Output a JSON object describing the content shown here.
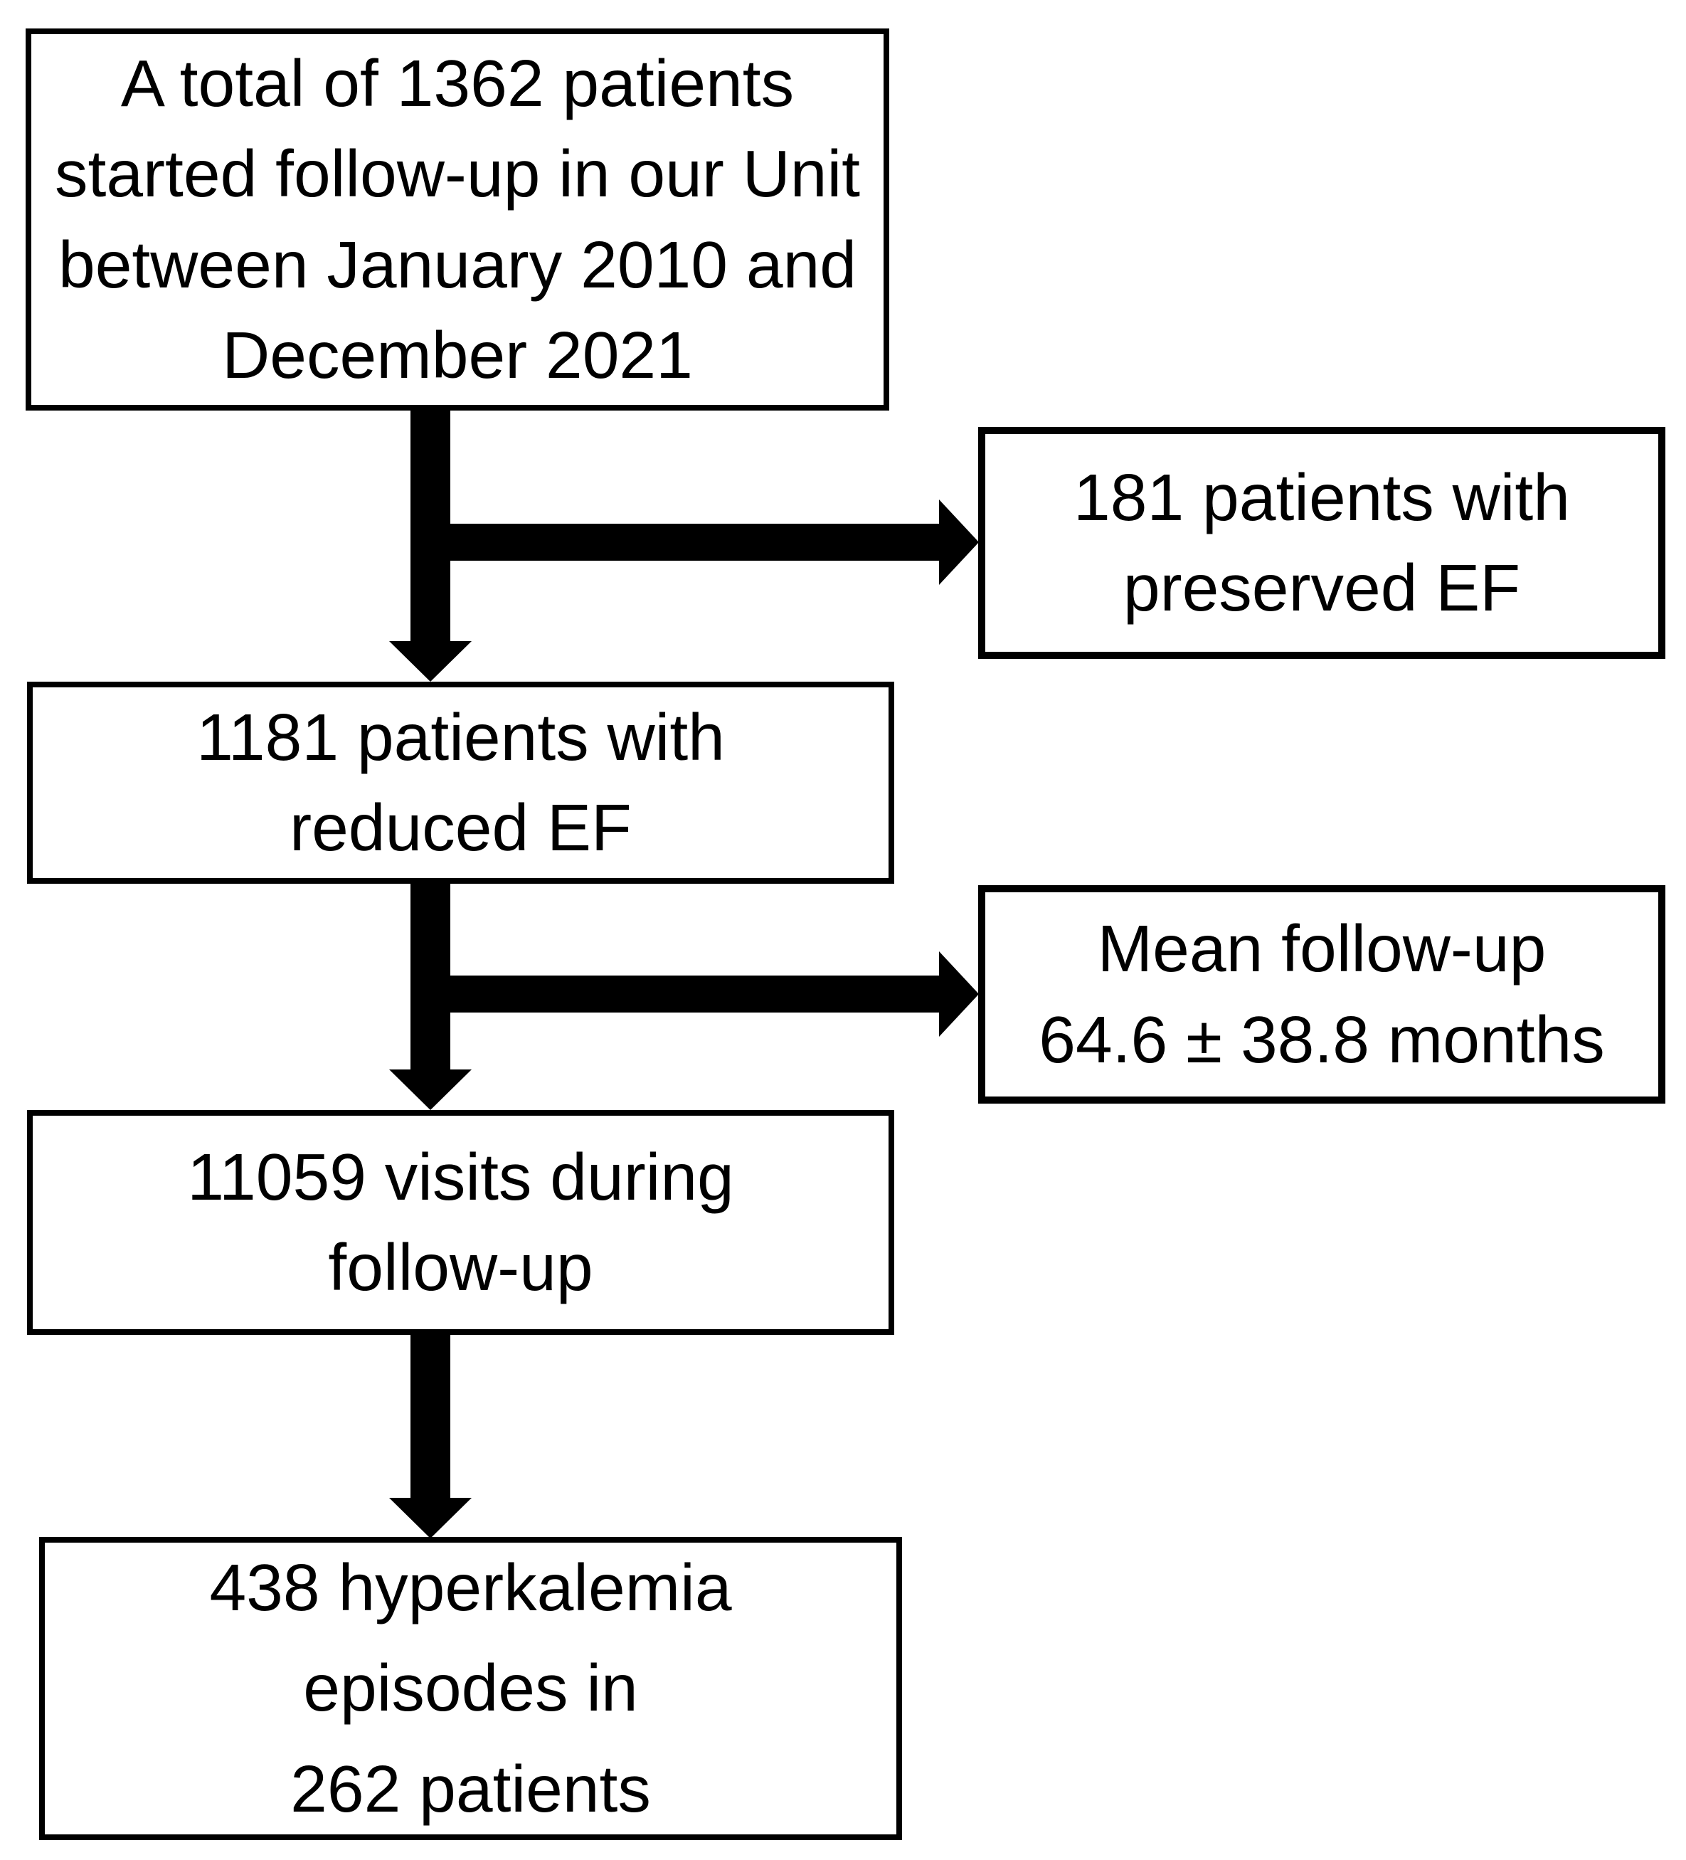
{
  "diagram": {
    "background_color": "#ffffff",
    "line_color": "#000000",
    "box_fill_color": "#ffffff",
    "nodes": [
      {
        "id": "total",
        "text": "A total of 1362 patients\nstarted follow-up in our Unit\nbetween January 2010 and\nDecember 2021"
      },
      {
        "id": "preserved_ef",
        "text": "181 patients with\npreserved EF"
      },
      {
        "id": "reduced_ef",
        "text": "1181 patients with\nreduced EF"
      },
      {
        "id": "mean_followup",
        "text": "Mean follow-up\n64.6 ± 38.8 months"
      },
      {
        "id": "visits",
        "text": "11059 visits during\nfollow-up"
      },
      {
        "id": "hyperkalemia",
        "text": "438 hyperkalemia\nepisodes in\n262 patients"
      }
    ],
    "edges": [
      {
        "from": "total",
        "to": "reduced_ef"
      },
      {
        "from": "total",
        "to": "preserved_ef"
      },
      {
        "from": "reduced_ef",
        "to": "visits"
      },
      {
        "from": "reduced_ef",
        "to": "mean_followup"
      },
      {
        "from": "visits",
        "to": "hyperkalemia"
      }
    ]
  }
}
